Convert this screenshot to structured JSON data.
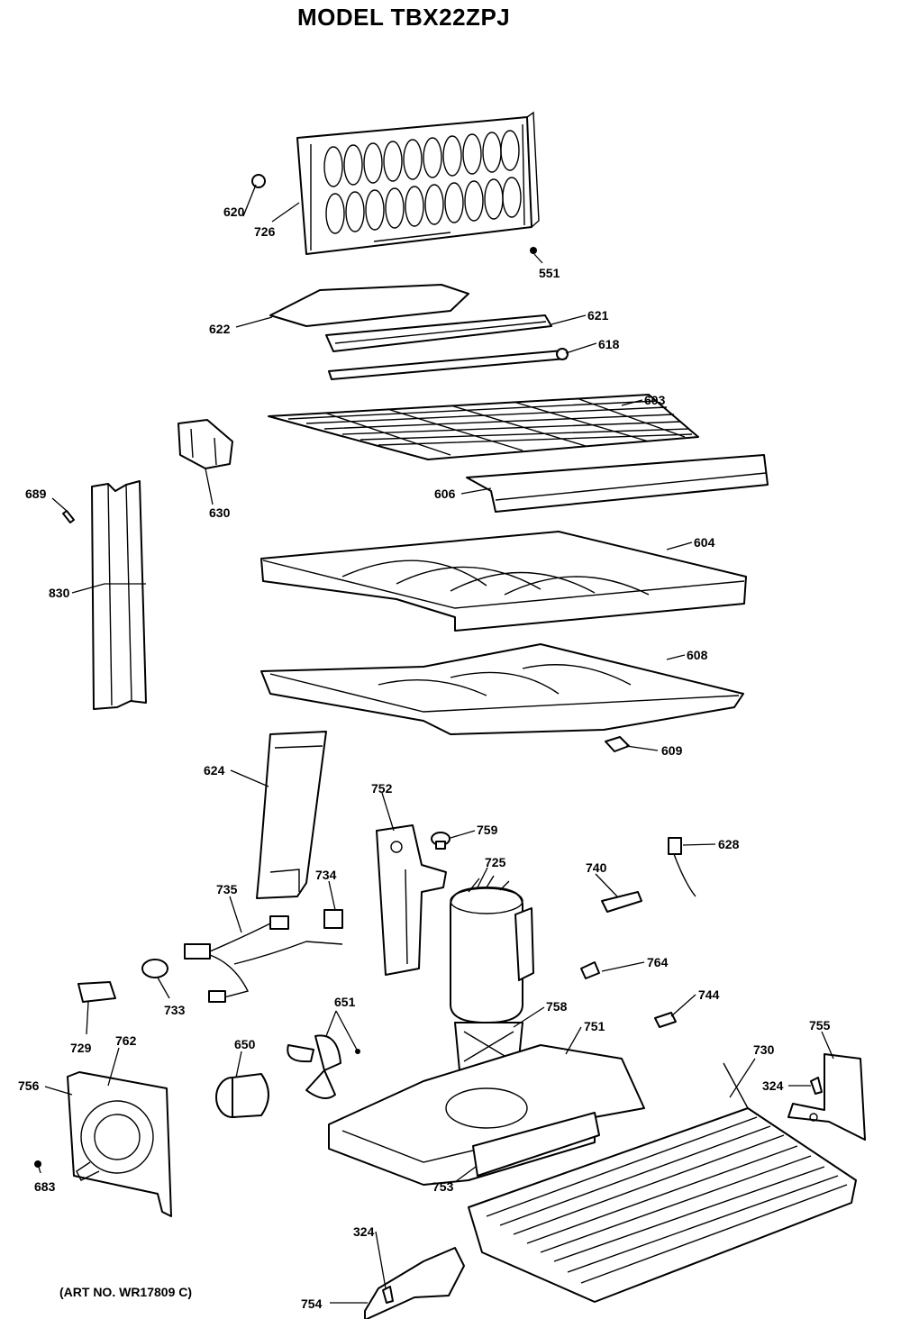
{
  "title": "MODEL TBX22ZPJ",
  "art_number": "(ART NO. WR17809 C)",
  "callouts": {
    "p620": "620",
    "p726": "726",
    "p551": "551",
    "p622": "622",
    "p621": "621",
    "p618": "618",
    "p603": "603",
    "p630": "630",
    "p689": "689",
    "p606": "606",
    "p830": "830",
    "p604": "604",
    "p608": "608",
    "p609": "609",
    "p624": "624",
    "p752": "752",
    "p759": "759",
    "p725": "725",
    "p740": "740",
    "p628": "628",
    "p735": "735",
    "p734": "734",
    "p764": "764",
    "p733": "733",
    "p744": "744",
    "p651": "651",
    "p758": "758",
    "p751": "751",
    "p729": "729",
    "p762": "762",
    "p650": "650",
    "p755": "755",
    "p730": "730",
    "p756": "756",
    "p324a": "324",
    "p753": "753",
    "p683": "683",
    "p324b": "324",
    "p754": "754"
  }
}
